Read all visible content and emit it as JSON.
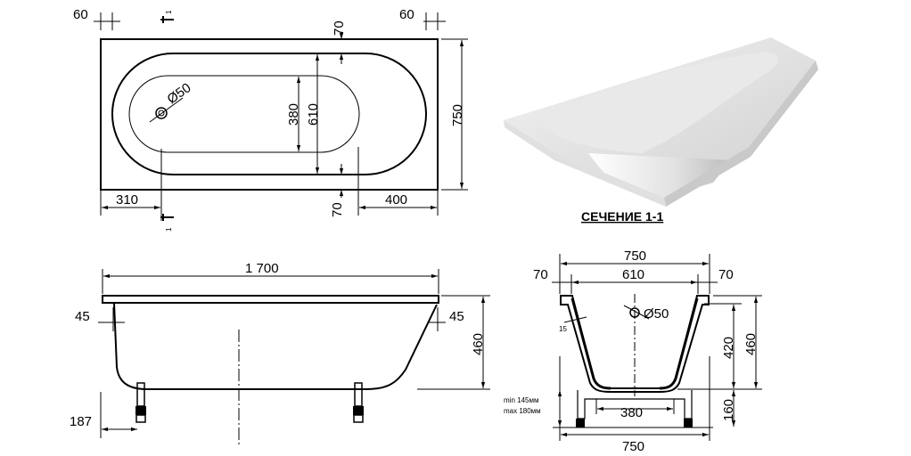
{
  "top_view": {
    "dim_left_60": "60",
    "dim_right_60": "60",
    "dim_top_70": "70",
    "dim_bottom_70": "70",
    "dim_380": "380",
    "dim_610": "610",
    "dim_750": "750",
    "dim_310": "310",
    "dim_400": "400",
    "drain": "Ø50",
    "section_mark_top": "1",
    "section_mark_bottom": "1"
  },
  "section_title": "СЕЧЕНИЕ 1-1",
  "side_view": {
    "dim_length": "1 700",
    "dim_left_45": "45",
    "dim_right_45": "45",
    "dim_height": "460",
    "dim_187": "187"
  },
  "section_view": {
    "dim_top_750": "750",
    "dim_610": "610",
    "dim_left_70": "70",
    "dim_right_70": "70",
    "drain": "Ø50",
    "wall": "15",
    "dim_420": "420",
    "dim_460": "460",
    "dim_160": "160",
    "leg_min": "min 145мм",
    "leg_max": "max 180мм",
    "dim_380": "380",
    "dim_bottom_750": "750"
  }
}
